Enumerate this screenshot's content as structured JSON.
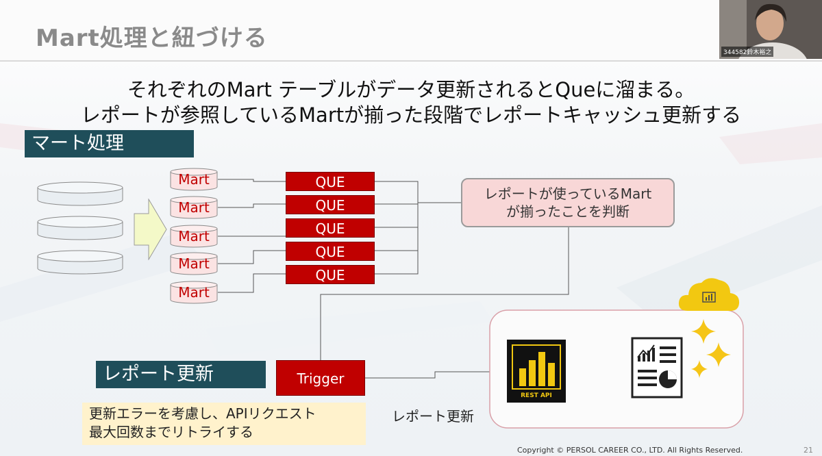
{
  "slide": {
    "title": "Mart処理と紐づける",
    "headline_1": "それぞれのMart テーブルがデータ更新されるとQueに溜まる。",
    "headline_2": "レポートが参照しているMartが揃った段階でレポートキャッシュ更新する",
    "section_mart": "マート処理",
    "section_report": "レポート更新",
    "mart_labels": [
      "Mart",
      "Mart",
      "Mart",
      "Mart",
      "Mart"
    ],
    "que_labels": [
      "QUE",
      "QUE",
      "QUE",
      "QUE",
      "QUE"
    ],
    "judge_line_1": "レポートが使っているMart",
    "judge_line_2": "が揃ったことを判断",
    "trigger_label": "Trigger",
    "note_line_1": "更新エラーを考慮し、APIリクエスト",
    "note_line_2": "最大回数までリトライする",
    "report_update_label": "レポート更新",
    "rest_api_label": "REST API",
    "footer": "Copyright © PERSOL CAREER CO., LTD. All Rights Reserved.",
    "page_number": "21"
  },
  "webcam": {
    "participant_name": "344582鈴木裕之"
  },
  "colors": {
    "que_red": "#c00000",
    "section_teal": "#1f4e5a",
    "judge_pink": "#f8d7d7",
    "note_yellow": "#fff2cc",
    "arrow_yellow": "#f4f9c8",
    "powerbi_gold": "#f2c811"
  },
  "icons": [
    "database-icon",
    "arrow-right-icon",
    "power-bi-cloud-icon",
    "power-bi-rest-api-icon",
    "report-document-icon",
    "sparkle-icon"
  ]
}
